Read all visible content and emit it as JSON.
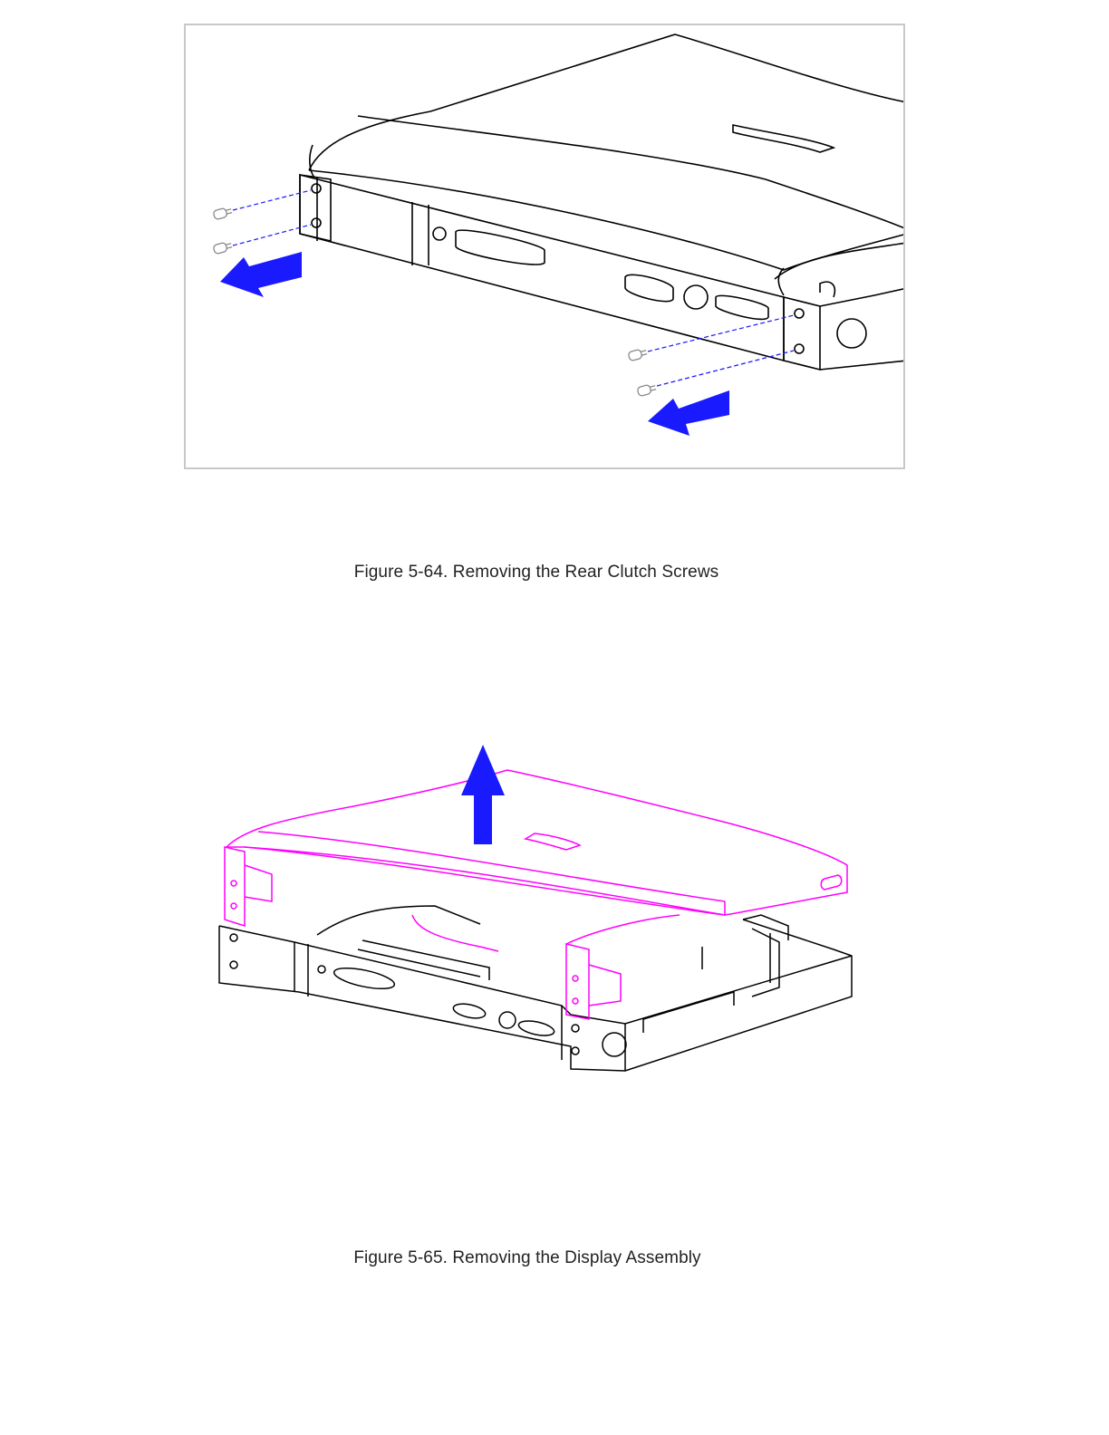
{
  "figures": [
    {
      "caption": "Figure 5-64. Removing the Rear Clutch Screws",
      "illustration": "rear-clutch-screws-removal",
      "colors": {
        "outline": "#000000",
        "arrow": "#1a1aff",
        "leader": "#1a1aff",
        "border": "#c8c8c8"
      }
    },
    {
      "caption": "Figure 5-65. Removing the Display Assembly",
      "illustration": "display-assembly-removal",
      "colors": {
        "display": "#ff00ff",
        "base": "#000000",
        "arrow": "#1a1aff"
      }
    }
  ]
}
